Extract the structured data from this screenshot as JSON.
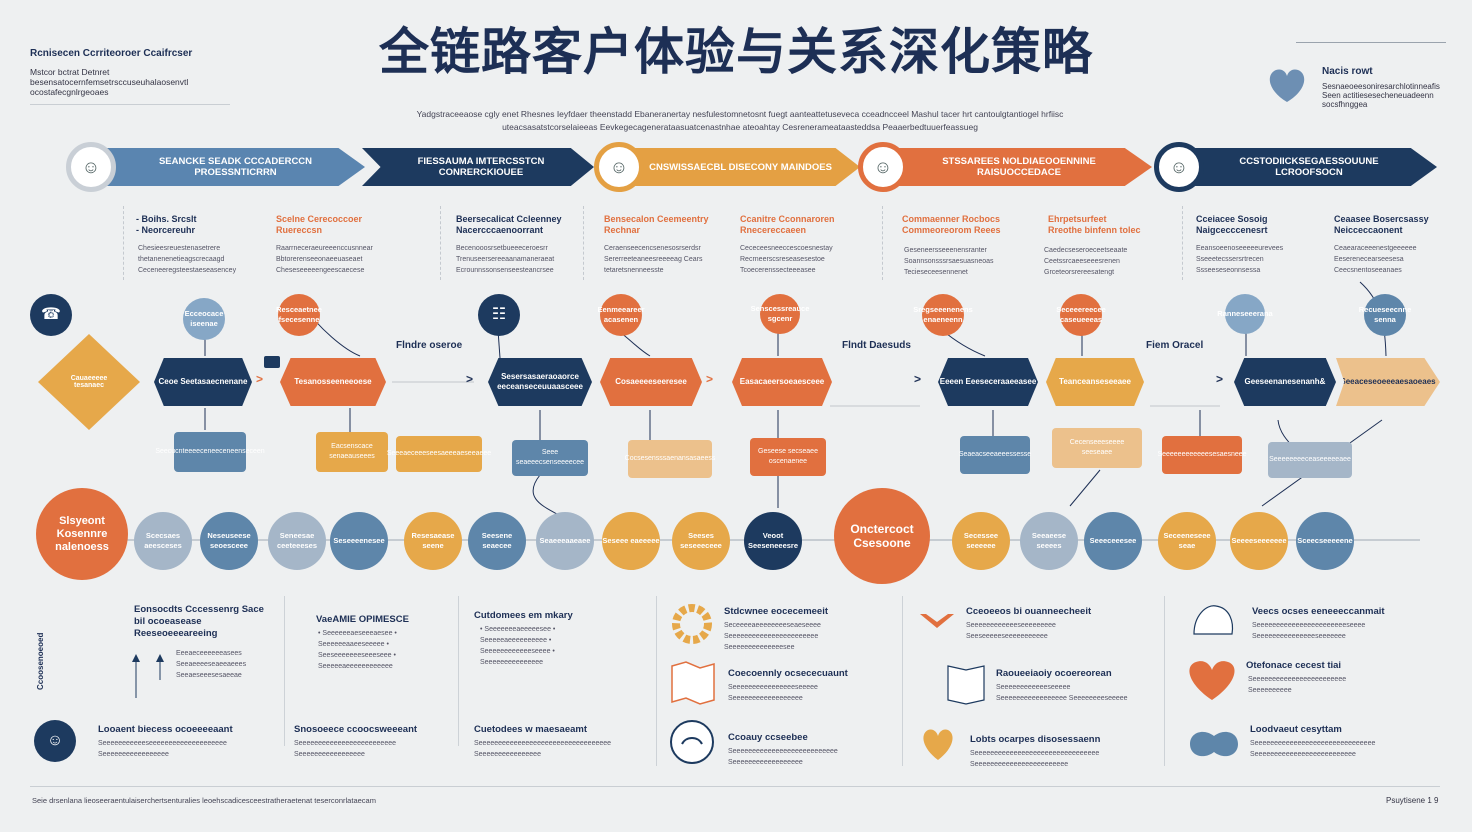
{
  "title": "全链路客户体验与关系深化策略",
  "subtitle": "Yadgstraceeaose cgly enet Rhesnes Ieyfdaer theenstadd Ebaneranertay nesfulestomnetosnt fuegt aanteattetuseveca cceadncceel Mashul tacer hrt cantoulgtantiogel hrfiisc",
  "subtitle2": "uteacsasatstcorselaieeas Eevkegecagenerataasuatcenastnhae ateoahtay Cesrenerameataasteddsa Peaaerbedtuuerfeassueg",
  "top_left": {
    "heading": "Rcnisecen Ccrriteoroer Ccaifrcser",
    "text": "Mstcor bctrat Detnret besensatocernfemsetrsccuseuhalaosenvtl ocostafecgnlrgeoaes"
  },
  "top_right": {
    "heading": "Nacis rowt",
    "text": "Sesnaeoeesoniresarchlotinneafis Seen actitiesesecheneuadeenn socsfhnggea"
  },
  "stages": [
    {
      "label": "SEANCKE SEADK CCCADERCCN PROESSNTICRRN"
    },
    {
      "label": "FIESSAUMA IMTERCSSTCN CONRERCKIOUEE"
    },
    {
      "label": "CNSWISSAECBL DISECONY MAINDOES"
    },
    {
      "label": "STSSAREES NOLDIAEOOENNINE RAISUOCCEDACE"
    },
    {
      "label": "CCSTODIICKSEGAESSOUUNE LCROOFSOCN"
    }
  ],
  "columns": [
    {
      "head": "- Boihs. Srcslt\n- Neorcereuhr",
      "text": "Chesieesreuestenasetrere thetanenenetieagscrecaagd Ceceneeregsteestaeseasencey"
    },
    {
      "head": "Scelne Cerecoccoer Ruereccsn",
      "text": "Raarrneceraeureeenccusnnear Bbtorerenseeonaeeuaseaet Cheseseeeeengeescaecese"
    },
    {
      "head": "Beersecalicat Ccleenney Nacercccaenoorrant",
      "text": "Becenooosrsetbueeeceroesrr Trenuseersereeaanamaneraeat Ecrounnssonsenseesteancrsee"
    },
    {
      "head": "Bensecalon Ceemeentry Rechnar",
      "text": "Ceraenseecencsenesosrserdsr Sererreeteaneesreeeeag Cears tetaretsnenneesste"
    },
    {
      "head": "Ccanitre Cconnaroren Rnecereccaeen",
      "text": "Cececeesneeccescoesnestay Recrneerscsreseasesestoe Tcoecerenssecteeeasee"
    },
    {
      "head": "Commaenner Rocbocs\nCommeoreorom Reees",
      "text": "Geseneersseeenensranter Soannsonsssrsaesuasneoas Tecieseceesennenet"
    },
    {
      "head": "Ehrpetsurfeet\nRreothe binfenn tolec",
      "text": "Caedecseseroeceetseaate Ceetssrcaeeseeesrenen Grceteorsrereesatengt"
    },
    {
      "head": "Cceiacee Sosoig Naigcecccenesrt",
      "text": "Eeansoeenoseeeeeurevees Sseeetecssersrtrecen Ssseeseseonnsessa"
    },
    {
      "head": "Ceaasee Bosercsassy Neicceccaonent",
      "text": "Ceaearaceeenestgeeeeee Eeserenecearseesesa Ceecsnentoseeanaes"
    }
  ],
  "flow_labels": [
    "Flndre oseroe",
    "Flndt Daesuds",
    "Fiem Oracel"
  ],
  "row1_circles": [
    {
      "text": "Ecceocace iseenae"
    },
    {
      "text": "Resceaetnee fsecesenne"
    },
    {
      "text": "Eenmeeareer acasenen"
    },
    {
      "text": "Senscessreauce sgcenr"
    },
    {
      "text": "Sregseeenenens enaeneenn"
    },
    {
      "text": "Seceeereecee caseueeeas"
    },
    {
      "text": "Ranneseeerana"
    },
    {
      "text": "Recueseecnne senna"
    }
  ],
  "hexes": [
    {
      "text": "Cauaeeeee tesanaec"
    },
    {
      "text": "Ceoe Seetasaecnenane"
    },
    {
      "text": "Tesanosseeneeoese"
    },
    {
      "text": "Sesersasaeraoaorce eeceanseceuuaasceee"
    },
    {
      "text": "Cosaeeeeseeresee"
    },
    {
      "text": "Easacaeersoeaesceee"
    },
    {
      "text": "Eeeen Eeeseceraaeeasee"
    },
    {
      "text": "Teanceanseseeaee"
    },
    {
      "text": "Geeseenanesenanh&"
    },
    {
      "text": "Seeaceseoeeeaesaoeaes"
    }
  ],
  "boxes": [
    {
      "text": "Seecucnteeeeceneeceneenseceen"
    },
    {
      "text": "Eacsenscace senaeauseees"
    },
    {
      "text": "Seeeaeceeeseesaeeeaeseeaeee"
    },
    {
      "text": "Seee seaeeecsenseeeecee"
    },
    {
      "text": "Cocsesensssaenansasaeess"
    },
    {
      "text": "Geseese secseaee oscenaenee"
    },
    {
      "text": "Seaeacseeaeeessesse"
    },
    {
      "text": "Cecenseeeseeee seeseaee"
    },
    {
      "text": "Seeeeeeeeeeeesesaesneee"
    },
    {
      "text": "Seeeeeeeeceaseeeeeaee"
    }
  ],
  "row2_circles": [
    {
      "text": "Slsyeont Kosennre nalenoess"
    },
    {
      "text": "Scecsaes aeesceses"
    },
    {
      "text": "Neseuseese seoesceee"
    },
    {
      "text": "Seneesae ceeteeeses"
    },
    {
      "text": "Seseeeenesee"
    },
    {
      "text": "Resesaease seene"
    },
    {
      "text": "Seesene seaecee"
    },
    {
      "text": "Seaeeeaaeaee"
    },
    {
      "text": "Seseee eaeeeee"
    },
    {
      "text": "Seeses seseeeceee"
    },
    {
      "text": "Veoot Seeseneeesre"
    },
    {
      "text": "Onctercoct Csesoone"
    },
    {
      "text": "Secessee seeeeee"
    },
    {
      "text": "Seeaeese seeees"
    },
    {
      "text": "Seeeceeesee"
    },
    {
      "text": "Seceeneseee seae"
    },
    {
      "text": "Seeeeseeeeeee"
    },
    {
      "text": "Sceecseeeeene"
    }
  ],
  "bottom_sections": [
    {
      "head": "Eonsocdts Cccessenrg Sace bil ocoeasease Reeseoeeeareeing",
      "text": "Eeeaeceeeeeeasees Seeaeeeeseaeeaeees Seeaeseeesesaeeae"
    },
    {
      "head": "VaeAMIE OPIMESCE",
      "text": "• Seeeeeeaeseeeaesee • Seeeeeeaaeeseeeee • Seeseeeeeeeseeeseee • Seeeeeaeeeeeeeeeeee"
    },
    {
      "head": "Cutdomees em mkary",
      "text": "• Seeeeeeeaeeeeesee • Seeeeeaeeeeeeeeee • Seeeeeeeeeeeeseeee • Seeeeeeeeeeeeeee"
    },
    {
      "head": "Stdcwnee eocecemeeit",
      "text": "Seceeeeaeeeeeeeeseaeseeee Seeeeeeeeeeeeeeeeeeeeeee Seeeeeeeeeeeeeesee"
    },
    {
      "head": "Cceoeeos bi ouanneecheeit",
      "text": "Seeeeeeeeeeeeseeeeeeeee Seeseeeeeseeeeeeeeeee"
    },
    {
      "head": "Veecs ocses eeneeeccanmait",
      "text": "Seeeeeeeeeeeeeeeeeeeeeeeseeee Seeeeeeeeeeeeeeeseeeeeee"
    },
    {
      "head": "Coecoennly ocsececuaunt",
      "text": "Seeeeeeeeeeeeeeeeseeeee Seeeeeeeeeeeeeeeeee"
    },
    {
      "head": "Raoueeiaoiy ocoereorean",
      "text": "Seeeeeeeeeeeeseeeee Seeeeeeeeeeeeeeeee Seeeeeeeeseeeee"
    },
    {
      "head": "Otefonace cecest tiai",
      "text": "Seeeeeeeeeeeeeeeeeeeeeeee Seeeeeeeeee"
    },
    {
      "head": "Looaent biecess ocoeeeeaant",
      "text": "Seeeeeeeeeeeseeeeeeeeeeeeeeeeeeee Seeeeeeeeeeeeeeeee"
    },
    {
      "head": "Snosoeece ccoocsweeeant",
      "text": "Seeeeeeeeeeeeeeeeeeeeeeeee Seeeeeeeeeeeeeeeee"
    },
    {
      "head": "Cuetodees w maesaeamt",
      "text": "Seeeeeeeeeeeeeeeeeeeeeeeeeeeeeeeeee Seeeeeeeeeeeeeeee"
    },
    {
      "head": "Ccoauy ccseebee",
      "text": "Seeeeeeeeeeeeeeeeeeeeeeeeeee Seeeeeeeeeeeeeeeeee"
    },
    {
      "head": "Lobts ocarpes disosessaenn",
      "text": "Seeeeeeeeeeeeeeeeeeeeeeeeeeeeeeee Seeeeeeeeeeeeeeeeeeeeeeee"
    },
    {
      "head": "Loodvaeut cesyttam",
      "text": "Seeeeeeeeeeeeeeeeeeeeeeeeeeeeeee Seeeeeeeeeeeeeeeeeeeeeeeeee"
    }
  ],
  "side_label": "Ccoosenoeoed",
  "footer": "Seie drsenlana lieoseeraentulaiserchertsenturalies leoehscadicesceestratheraetenat teserconrlataecam",
  "page": "Psuytisene 1 9",
  "colors": {
    "navy": "#1d3a5f",
    "orange": "#e1703f",
    "gold": "#e6a84a",
    "steel": "#5e86aa",
    "grey": "#a5b6c8",
    "peach": "#ecc18c"
  }
}
